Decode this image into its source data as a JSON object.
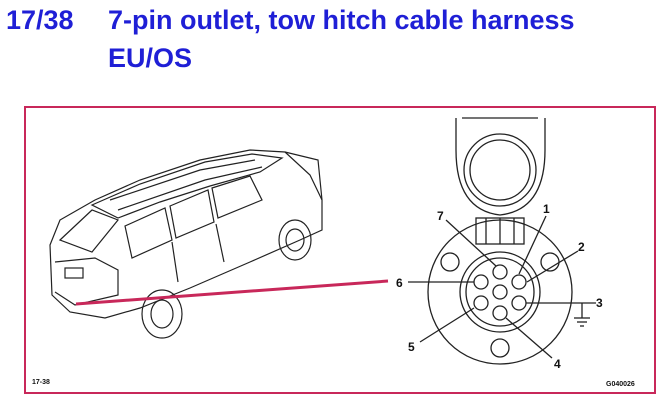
{
  "header": {
    "number": "17/38",
    "title_line1": "7-pin outlet, tow hitch cable harness",
    "title_line2": "EU/OS"
  },
  "diagram": {
    "pin_labels": [
      "1",
      "2",
      "3",
      "4",
      "5",
      "6",
      "7"
    ],
    "footer_left": "17-38",
    "footer_right": "G040026",
    "colors": {
      "title": "#1f1fd6",
      "frame": "#c8285a",
      "cable": "#c8285a",
      "ink": "#111111"
    }
  }
}
